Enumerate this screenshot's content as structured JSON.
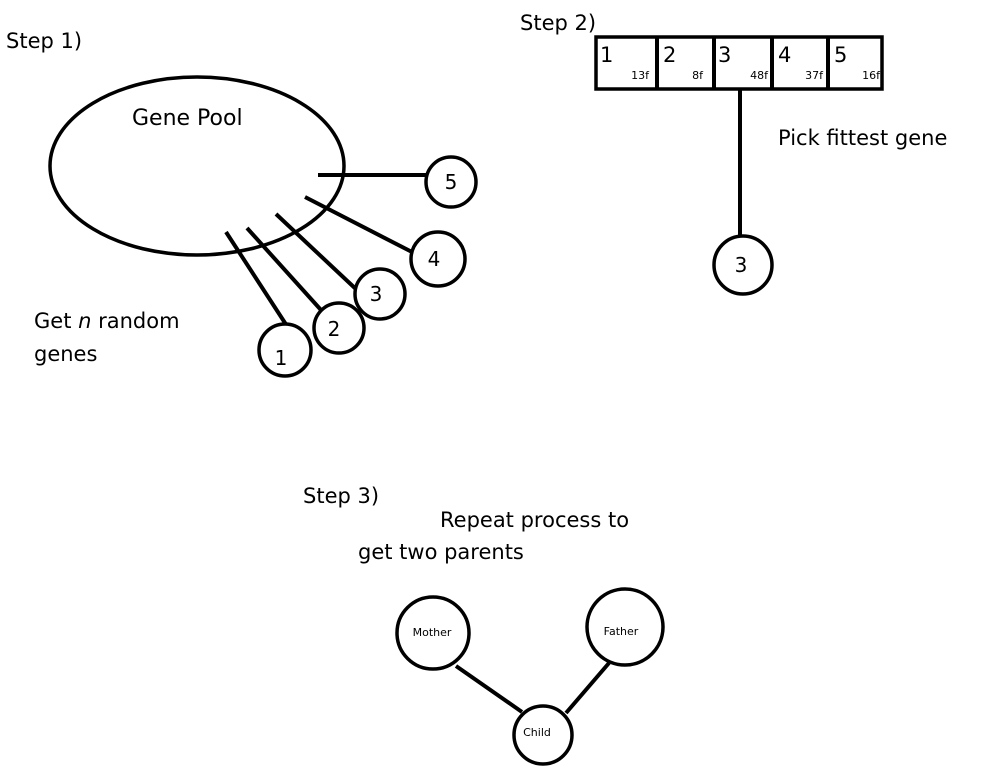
{
  "step1": {
    "label": "Step 1)",
    "pool_label": "Gene Pool",
    "caption_prefix": "Get ",
    "caption_var": "n",
    "caption_suffix": " random",
    "caption_line2": "genes",
    "genes": [
      "1",
      "2",
      "3",
      "4",
      "5"
    ]
  },
  "step2": {
    "label": "Step 2)",
    "cells": [
      {
        "id": "1",
        "fitness": "13f"
      },
      {
        "id": "2",
        "fitness": "8f"
      },
      {
        "id": "3",
        "fitness": "48f"
      },
      {
        "id": "4",
        "fitness": "37f"
      },
      {
        "id": "5",
        "fitness": "16f"
      }
    ],
    "caption": "Pick fittest gene",
    "selected": "3"
  },
  "step3": {
    "label": "Step 3)",
    "caption_line1": "Repeat process to",
    "caption_line2": "get two parents",
    "mother": "Mother",
    "father": "Father",
    "child": "Child"
  }
}
